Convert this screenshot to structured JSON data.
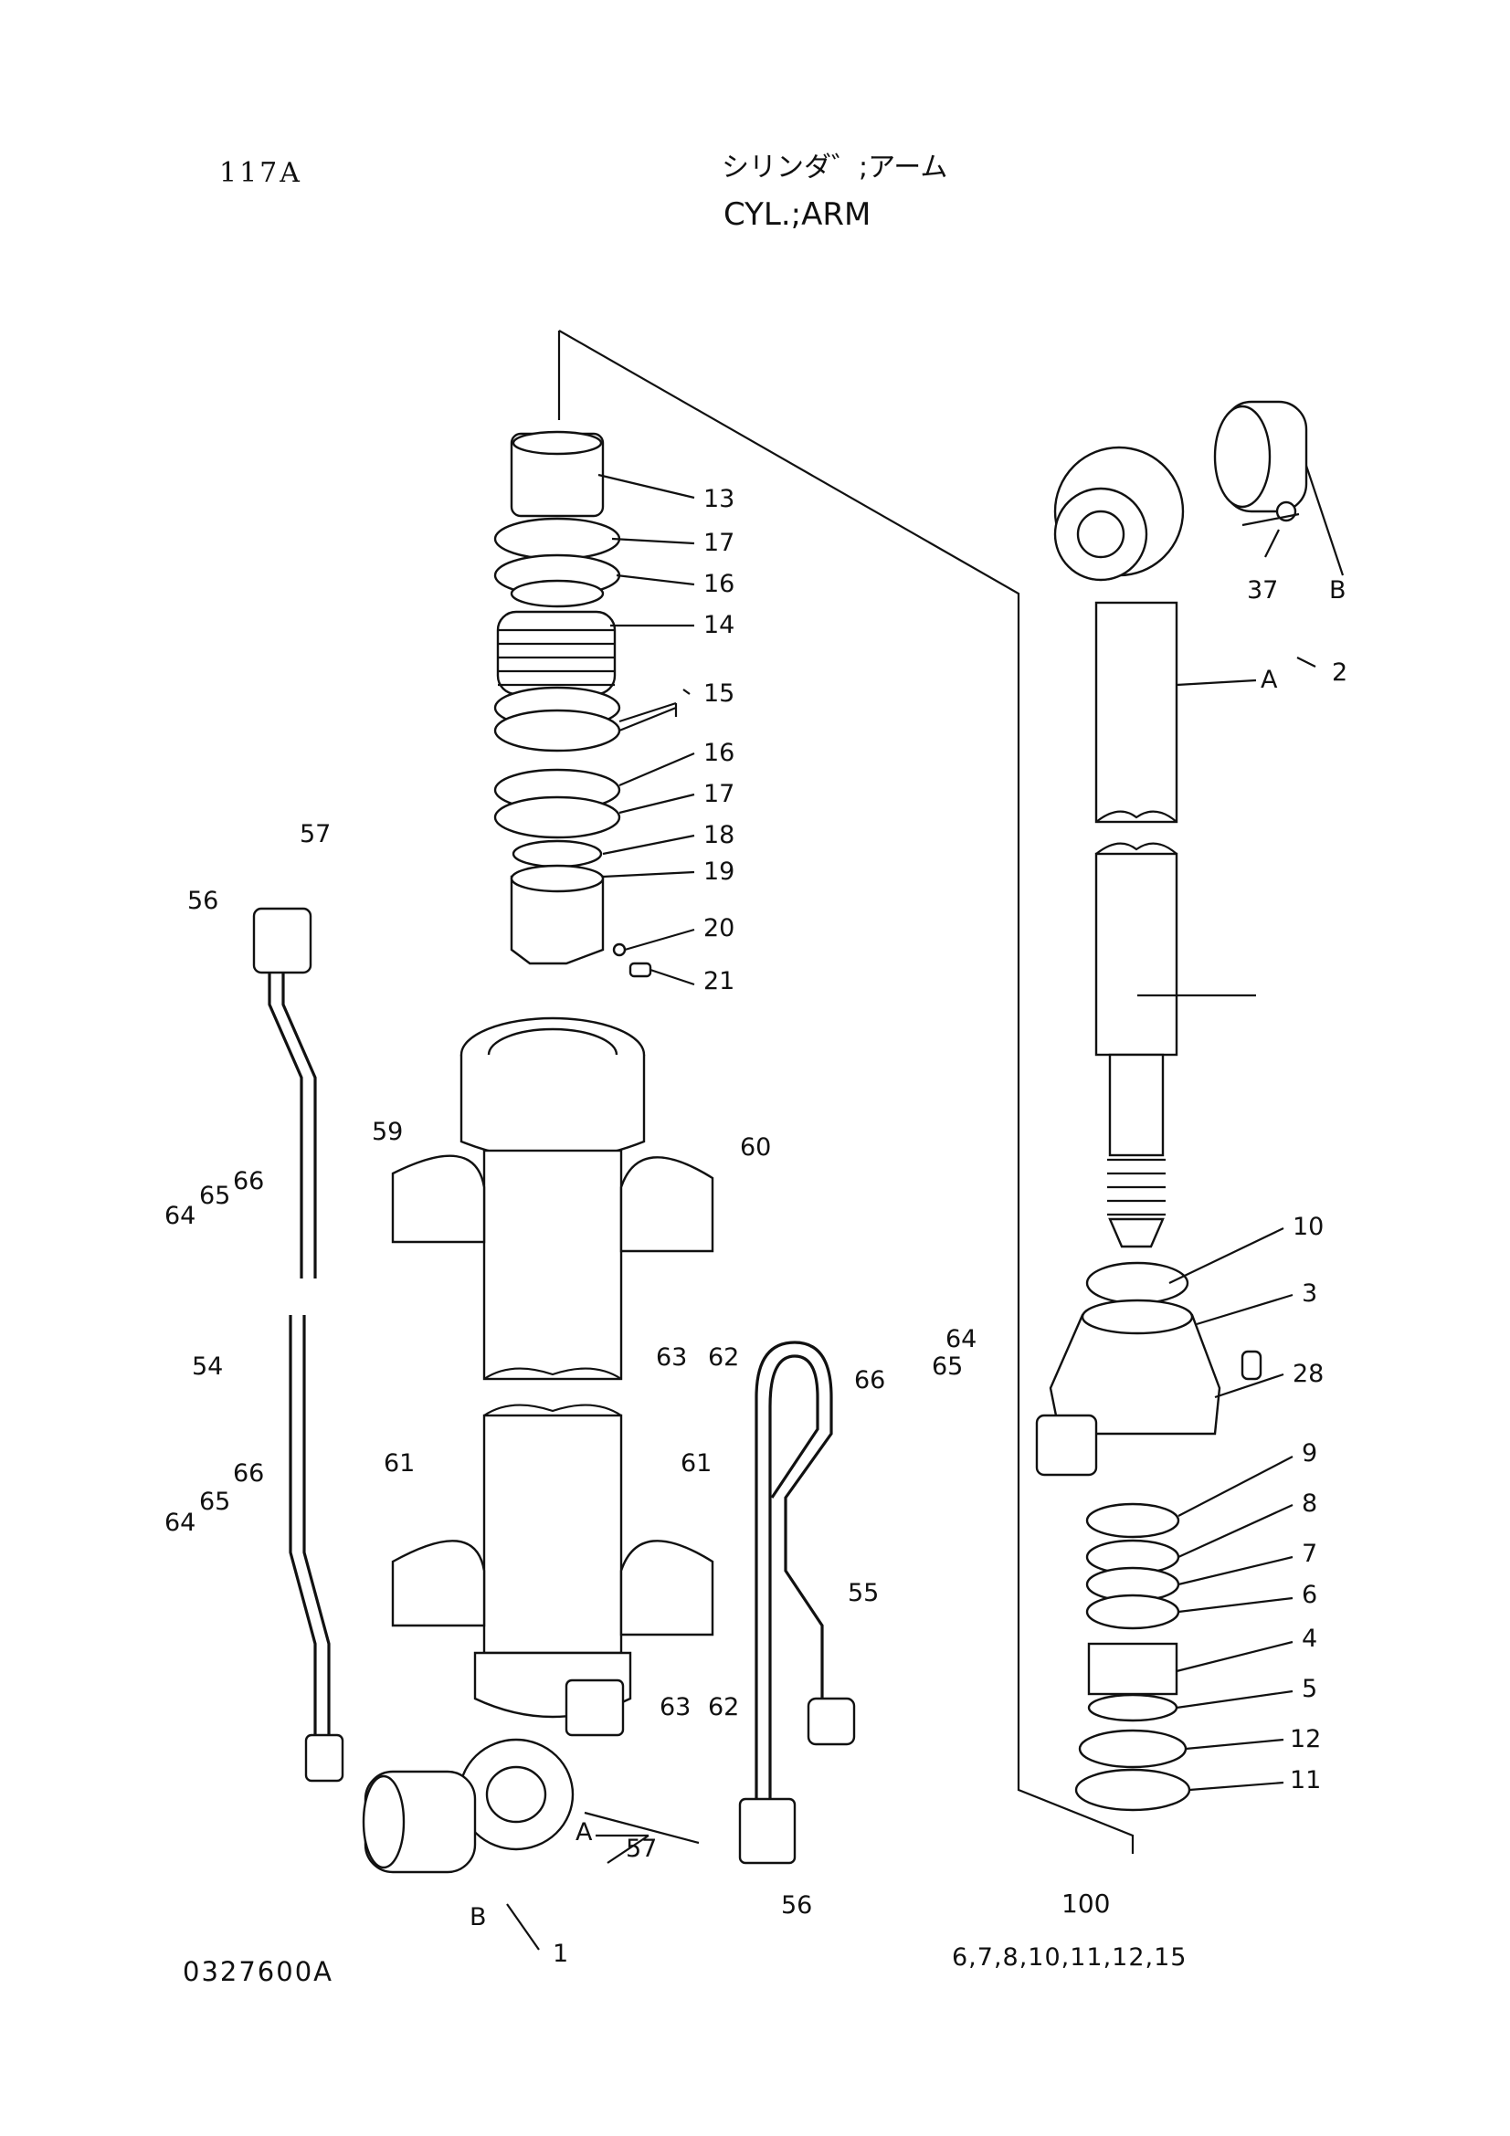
{
  "header": {
    "page_code": "117A",
    "title_jp": "シリンダ゛;アーム",
    "title_en": "CYL.;ARM"
  },
  "footer": {
    "drawing_number": "0327600A",
    "kit_label": "100",
    "kit_list": "6,7,8,10,11,12,15"
  },
  "callouts": [
    "13",
    "17",
    "16",
    "14",
    "15",
    "16",
    "17",
    "18",
    "19",
    "20",
    "21",
    "57",
    "56",
    "59",
    "60",
    "66",
    "65",
    "64",
    "63",
    "62",
    "54",
    "66",
    "65",
    "64",
    "61",
    "61",
    "55",
    "63",
    "62",
    "57",
    "56",
    "A",
    "B",
    "1",
    "64",
    "65",
    "66",
    "37",
    "B",
    "A",
    "2",
    "10",
    "3",
    "28",
    "9",
    "8",
    "7",
    "6",
    "4",
    "5",
    "12",
    "11"
  ]
}
